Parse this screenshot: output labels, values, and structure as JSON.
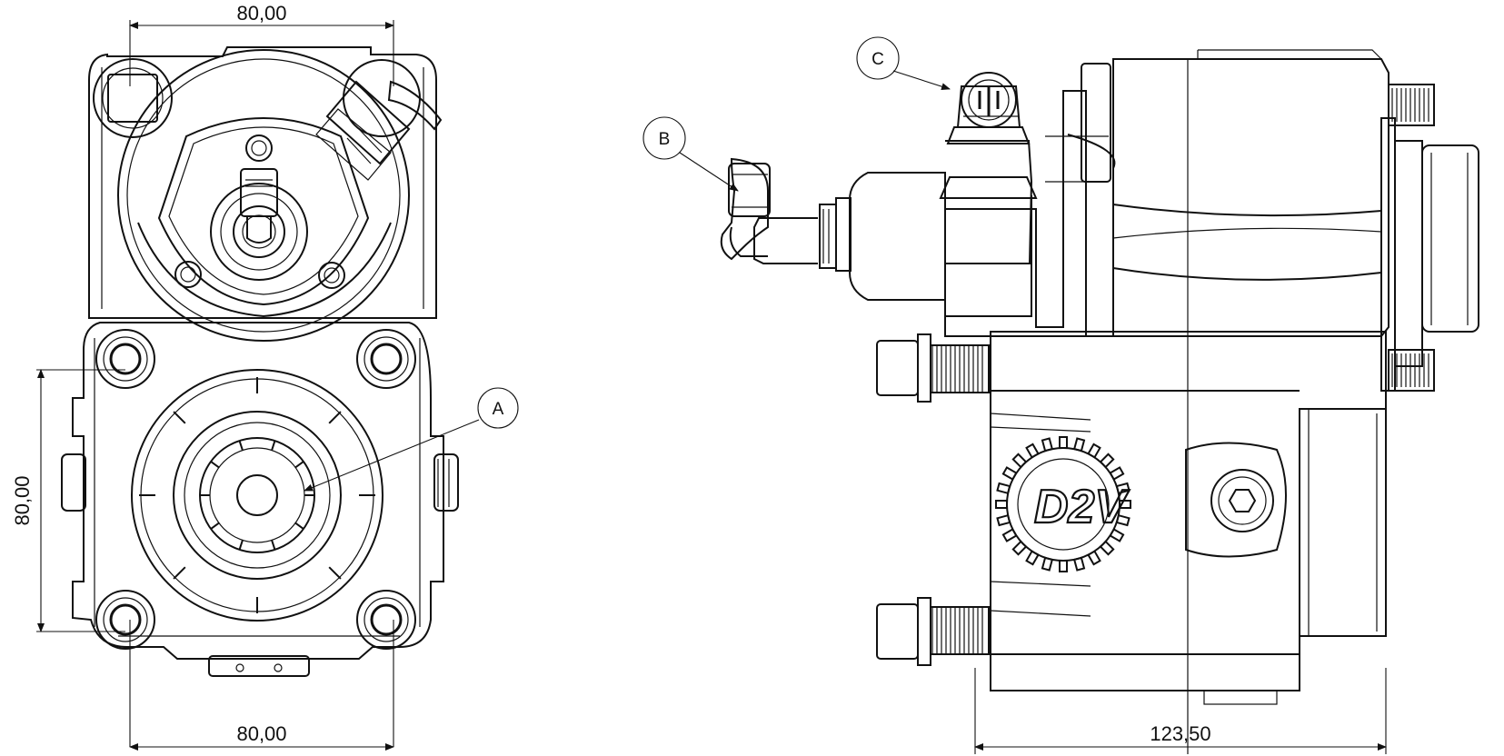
{
  "dimensions": {
    "front_top_width": "80,00",
    "front_bottom_width": "80,00",
    "front_height": "80,00",
    "side_length": "123,50"
  },
  "callouts": {
    "a": "A",
    "b": "B",
    "c": "C"
  },
  "logo": {
    "text": "D2V"
  }
}
